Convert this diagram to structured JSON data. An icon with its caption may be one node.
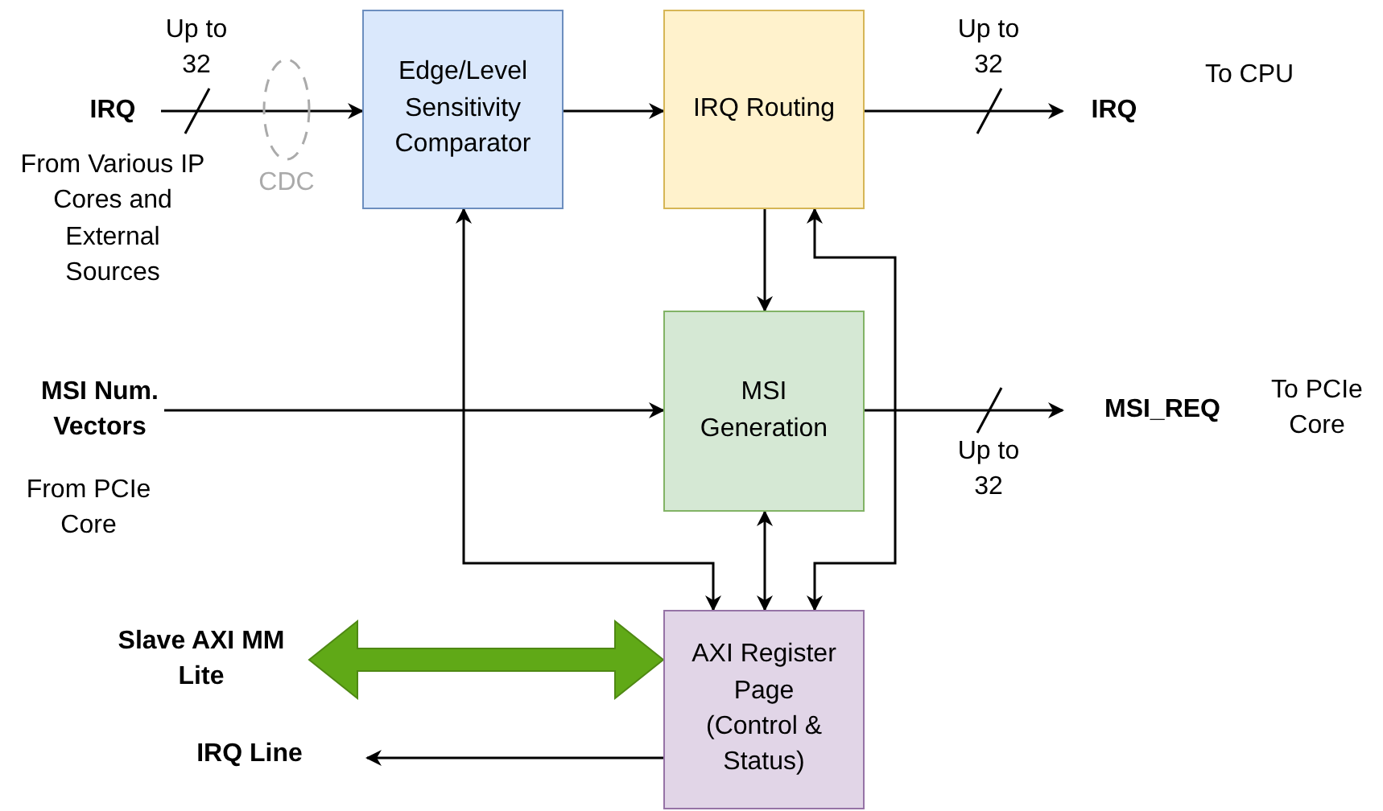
{
  "diagram": {
    "nodes": [
      {
        "text": [
          "Edge/Level Sensitivity Comparator"
        ]
      },
      {
        "text": [
          "IRQ Routing"
        ]
      },
      {
        "text": [
          "MSI Generation"
        ]
      },
      {
        "text": [
          "AXI Register Page (Control & Status)"
        ]
      },
      {
        "text": [
          "IRQ"
        ],
        "beside": [
          "From Various IP Cores and External Sources"
        ]
      },
      {
        "text": [
          "IRQ"
        ],
        "beside": [
          "To CPU"
        ]
      },
      {
        "text": [
          "MSI Num. Vectors"
        ],
        "beside": [
          "From PCIe Core"
        ]
      },
      {
        "text": [
          "MSI_REQ"
        ],
        "beside": [
          "To PCIe Core"
        ]
      },
      {
        "text": [
          "Slave AXI MM Lite"
        ]
      },
      {
        "text": [
          "IRQ Line"
        ]
      }
    ],
    "edges": [
      {
        "from": 4,
        "to": 0,
        "arrow": "to"
      },
      {
        "from": 0,
        "to": 1,
        "arrow": "to"
      },
      {
        "from": 1,
        "to": 5,
        "arrow": "to"
      },
      {
        "from": 1,
        "to": 2,
        "arrow": "to"
      },
      {
        "from": 0,
        "to": 3,
        "arrow": "both"
      },
      {
        "from": 2,
        "to": 7,
        "arrow": "to"
      },
      {
        "from": 6,
        "to": 2,
        "arrow": "to"
      },
      {
        "from": 2,
        "to": 3,
        "arrow": "both"
      },
      {
        "from": 3,
        "to": 1,
        "arrow": "both"
      },
      {
        "from": 8,
        "to": 3,
        "arrow": "both",
        "style": "thick",
        "color": "#60a917"
      },
      {
        "from": 3,
        "to": 9,
        "arrow": "to"
      }
    ],
    "labels": [
      "Up to 32",
      "Up to 32",
      "CDC",
      "Up to 32"
    ]
  }
}
